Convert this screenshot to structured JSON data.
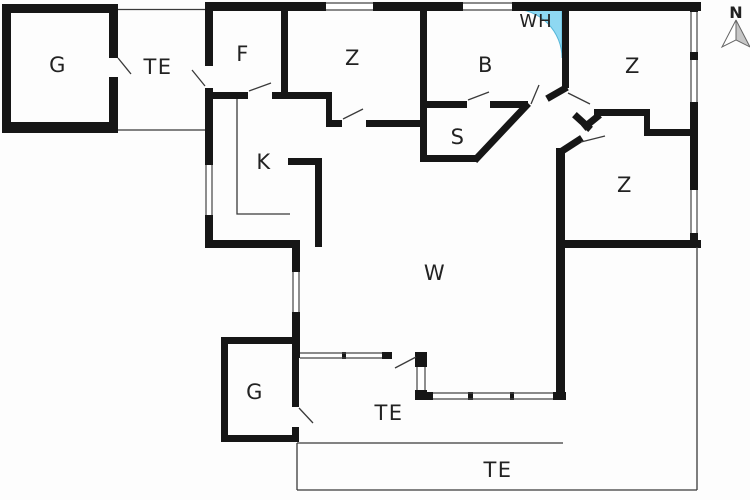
{
  "plan": {
    "rooms": [
      {
        "id": "garage-nw",
        "label": "G"
      },
      {
        "id": "terrace-nw",
        "label": "TE"
      },
      {
        "id": "entry-f",
        "label": "F"
      },
      {
        "id": "bedroom-north",
        "label": "Z"
      },
      {
        "id": "bathroom",
        "label": "B"
      },
      {
        "id": "water-heater",
        "label": "WH"
      },
      {
        "id": "bedroom-northeast",
        "label": "Z"
      },
      {
        "id": "sauna",
        "label": "S"
      },
      {
        "id": "bedroom-east",
        "label": "Z"
      },
      {
        "id": "kitchen",
        "label": "K"
      },
      {
        "id": "living-room",
        "label": "W"
      },
      {
        "id": "shed-south",
        "label": "G"
      },
      {
        "id": "terrace-middle",
        "label": "TE"
      },
      {
        "id": "terrace-south",
        "label": "TE"
      }
    ],
    "compass": {
      "label": "N"
    },
    "colors": {
      "wall": "#161616",
      "thin_line": "#3a3a3a",
      "text": "#222222",
      "water_heater_fill": "#8ed8f2",
      "water_heater_stroke": "#56b6d8",
      "background": "#fdfdfd"
    }
  }
}
